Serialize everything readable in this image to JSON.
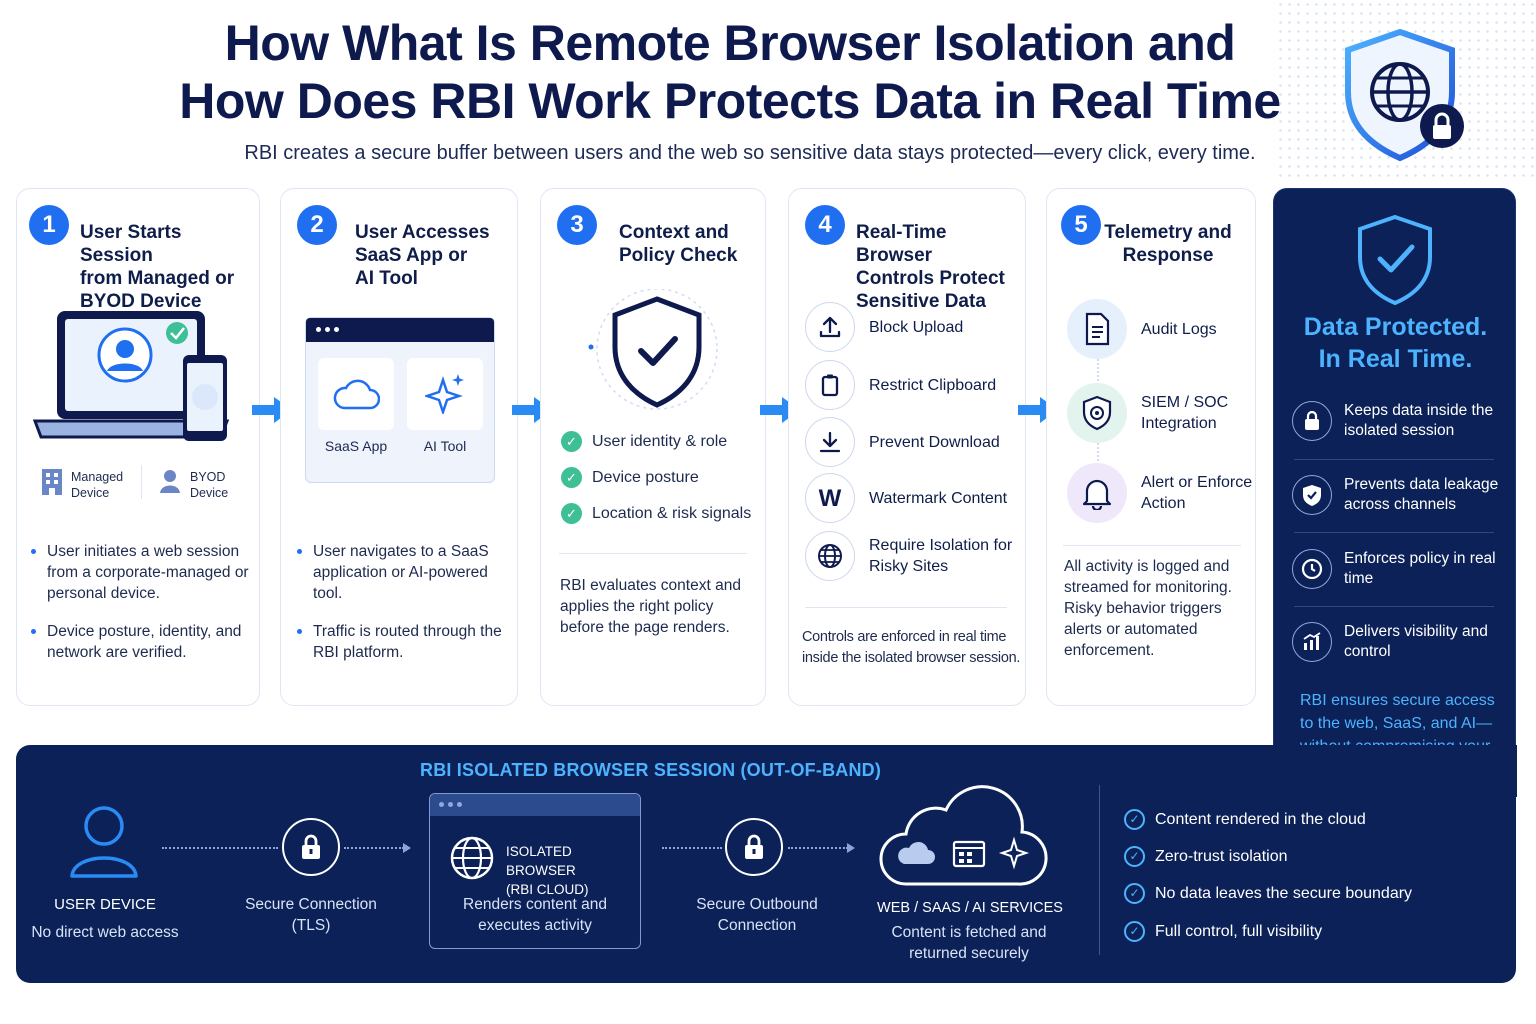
{
  "header": {
    "title_line1": "How What Is Remote Browser Isolation and",
    "title_line2": "How Does RBI Work Protects Data in Real Time",
    "subtitle": "RBI creates a secure buffer between users and the web so sensitive data stays protected—every click, every time."
  },
  "colors": {
    "navy": "#0b2157",
    "accent_blue": "#1f6ff0",
    "light_blue": "#4db3ff",
    "green": "#3fbf95"
  },
  "steps": [
    {
      "number": "1",
      "title": [
        "User Starts Session",
        "from Managed or",
        "BYOD Device"
      ],
      "managed_label": [
        "Managed",
        "Device"
      ],
      "byod_label": [
        "BYOD",
        "Device"
      ],
      "bullets": [
        "User initiates a web session from a corporate-managed or personal device.",
        "Device posture, identity, and network are verified."
      ]
    },
    {
      "number": "2",
      "title": [
        "User Accesses",
        "SaaS App or",
        "AI Tool"
      ],
      "tile1_label": "SaaS App",
      "tile2_label": "AI Tool",
      "bullets": [
        "User navigates to a SaaS application or AI-powered tool.",
        "Traffic is routed through the RBI platform."
      ]
    },
    {
      "number": "3",
      "title": [
        "Context and",
        "Policy Check"
      ],
      "checks": [
        "User identity & role",
        "Device posture",
        "Location & risk signals"
      ],
      "description": "RBI evaluates context and applies the right policy before the page renders."
    },
    {
      "number": "4",
      "title": [
        "Real-Time Browser",
        "Controls Protect",
        "Sensitive Data"
      ],
      "controls": [
        {
          "icon": "upload-icon",
          "label": "Block Upload"
        },
        {
          "icon": "clipboard-icon",
          "label": "Restrict Clipboard"
        },
        {
          "icon": "download-icon",
          "label": "Prevent Download"
        },
        {
          "icon": "watermark-icon",
          "label": "Watermark Content",
          "glyph": "W"
        },
        {
          "icon": "globe-icon",
          "label": "Require Isolation for Risky Sites"
        }
      ],
      "footer": "Controls are enforced in real time inside the isolated browser session."
    },
    {
      "number": "5",
      "title": [
        "Telemetry and",
        "Response"
      ],
      "items": [
        {
          "icon": "document-icon",
          "label": "Audit Logs"
        },
        {
          "icon": "shield-target-icon",
          "label": "SIEM / SOC Integration"
        },
        {
          "icon": "bell-icon",
          "label": "Alert or Enforce Action"
        }
      ],
      "description": "All activity is logged and streamed for monitoring. Risky behavior triggers alerts or automated enforcement."
    }
  ],
  "protected": {
    "title_line1": "Data Protected.",
    "title_line2": "In Real Time.",
    "items": [
      {
        "icon": "lock-icon",
        "label": "Keeps data inside the isolated session"
      },
      {
        "icon": "shield-check-icon",
        "label": "Prevents data leakage across channels"
      },
      {
        "icon": "clock-icon",
        "label": "Enforces policy in real time"
      },
      {
        "icon": "chart-icon",
        "label": "Delivers visibility and control"
      }
    ],
    "footer": "RBI ensures secure access to the web, SaaS, and AI—without compromising your data."
  },
  "session": {
    "title": "RBI ISOLATED BROWSER SESSION (OUT-OF-BAND)",
    "user_device_label": "USER DEVICE",
    "user_device_sub": "No direct web access",
    "secure_connection": [
      "Secure Connection",
      "(TLS)"
    ],
    "isolated_browser_label": [
      "ISOLATED BROWSER",
      "(RBI CLOUD)"
    ],
    "isolated_browser_sub": [
      "Renders content and",
      "executes activity"
    ],
    "outbound": [
      "Secure Outbound",
      "Connection"
    ],
    "services_label": "WEB / SAAS / AI SERVICES",
    "services_sub": [
      "Content is fetched and",
      "returned securely"
    ],
    "checks": [
      "Content rendered in the cloud",
      "Zero-trust isolation",
      "No data leaves the secure boundary",
      "Full control, full visibility"
    ]
  }
}
